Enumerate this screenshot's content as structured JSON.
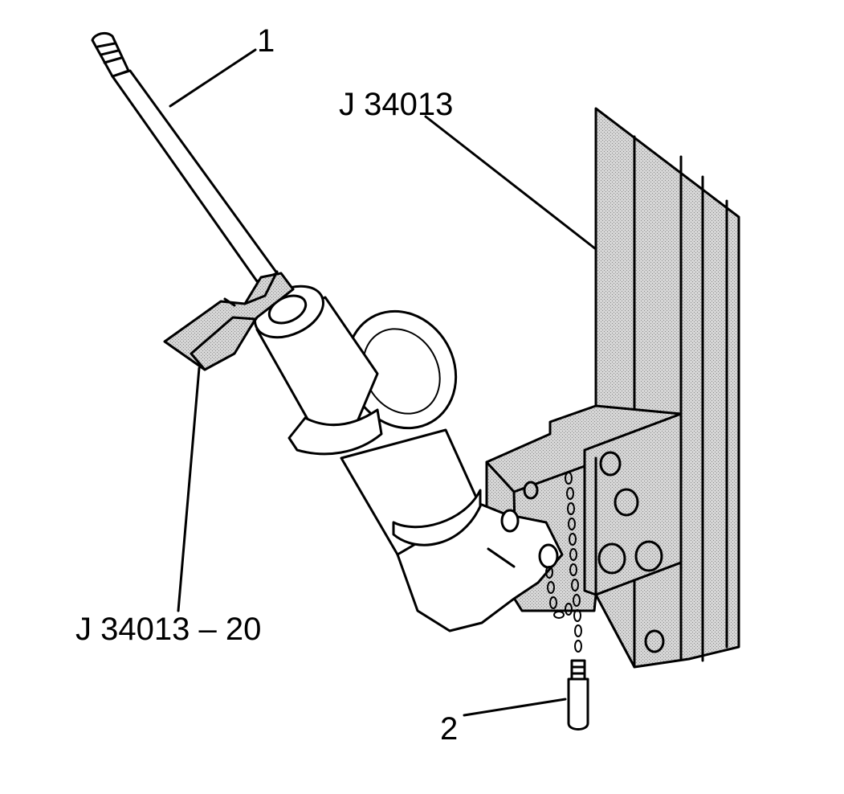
{
  "labels": {
    "part_1": "1",
    "part_2": "2",
    "tool_fixture": "J 34013",
    "tool_adapter": "J 34013 – 20"
  },
  "colors": {
    "line": "#000000",
    "background": "#ffffff",
    "stipple_base": "#d4d4d4",
    "stipple_dot": "#8a8a8a"
  }
}
